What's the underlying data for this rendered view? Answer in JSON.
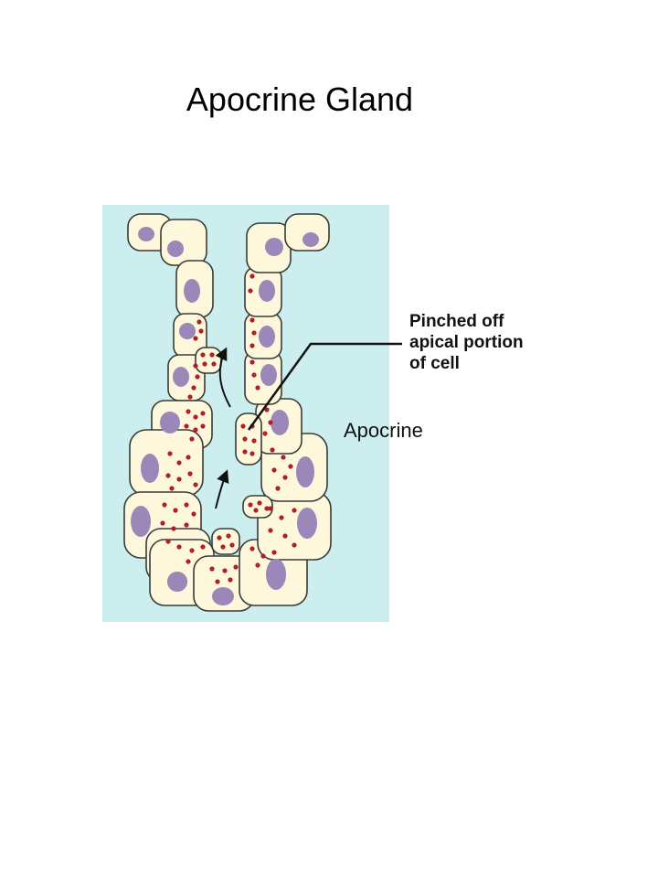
{
  "title": "Apocrine Gland",
  "labels": {
    "callout_line1": "Pinched off",
    "callout_line2": "apical portion",
    "callout_line3": "of cell",
    "side_label": "Apocrine"
  },
  "colors": {
    "background_panel": "#cdeeee",
    "cell_fill": "#fdf8dc",
    "cell_outline": "#3a3a3a",
    "nucleus": "#9b87b8",
    "granule": "#b01e2a",
    "pointer": "#111111"
  }
}
